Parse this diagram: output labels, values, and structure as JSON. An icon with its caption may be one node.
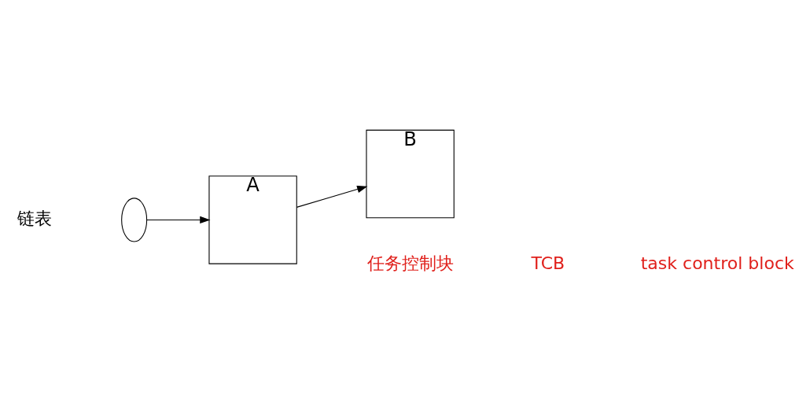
{
  "diagram": {
    "nodes": [
      {
        "text": [],
        "shape": "circle"
      },
      {
        "text": [
          "A"
        ]
      },
      {
        "text": [
          "B"
        ]
      }
    ],
    "edges": [
      {
        "from": 0,
        "to": 1,
        "arrow": "to"
      },
      {
        "from": 1,
        "to": 2,
        "arrow": "to"
      }
    ],
    "labels": [
      "链表",
      "任务控制块",
      "TCB",
      "task control block"
    ]
  }
}
